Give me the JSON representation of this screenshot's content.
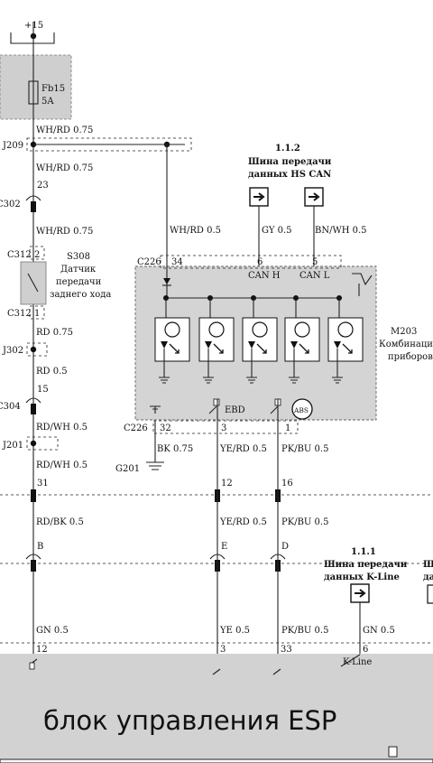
{
  "supply": "+15",
  "fuse": {
    "name": "Fb15",
    "rating": "5A"
  },
  "splices": {
    "j209": "J209",
    "j302": "J302",
    "j201": "J201"
  },
  "connectors": {
    "c302": "C302",
    "c302_pin": "23",
    "c312": "C312",
    "c312_pin2": "2",
    "c312_pin1": "1",
    "c304": "C304",
    "c304_pin": "15",
    "c226_top": "C226",
    "c226_pin34": "34",
    "c226_pin6": "6",
    "c226_pin5": "5",
    "c226_bot": "C226",
    "c226_pin32": "32",
    "c226_pin3": "3",
    "c226_pin1": "1",
    "row1_pins": [
      "31",
      "12",
      "16"
    ],
    "row2_pins": [
      "B",
      "E",
      "D"
    ],
    "ecu_pins": [
      "12",
      "3",
      "33",
      "6"
    ]
  },
  "wires": {
    "wh_rd_1": "WH/RD 0.75",
    "wh_rd_2": "WH/RD 0.75",
    "wh_rd_3": "WH/RD 0.75",
    "wh_rd_05": "WH/RD 0.5",
    "rd_075": "RD 0.75",
    "rd_05": "RD 0.5",
    "rd_wh_1": "RD/WH 0.5",
    "rd_wh_2": "RD/WH 0.5",
    "rd_bk": "RD/BK 0.5",
    "gn_1": "GN 0.5",
    "gy": "GY 0.5",
    "bn_wh": "BN/WH 0.5",
    "bk": "BK 0.75",
    "ye_rd_1": "YE/RD 0.5",
    "ye_rd_2": "YE/RD 0.5",
    "ye": "YE 0.5",
    "pk_bu_1": "PK/BU 0.5",
    "pk_bu_2": "PK/BU 0.5",
    "pk_bu_3": "PK/BU 0.5",
    "gn_2": "GN 0.5"
  },
  "switch": {
    "id": "S308",
    "line1": "Датчик",
    "line2": "передачи",
    "line3": "заднего хода"
  },
  "can": {
    "ref": "1.1.2",
    "line1": "Шина передачи",
    "line2": "данных HS CAN",
    "can_h": "CAN H",
    "can_l": "CAN L"
  },
  "kline": {
    "ref": "1.1.1",
    "line1": "Шина передачи",
    "line2": "данных K-Line",
    "label": "K-Line",
    "edge_text1": "Ш",
    "edge_text2": "да"
  },
  "cluster": {
    "id": "M203",
    "line1": "Комбинация",
    "line2": "приборов",
    "ebd": "EBD",
    "abs": "ABS",
    "abs_lamp": "ABS"
  },
  "ground": "G201",
  "ecu": {
    "title": "блок управления ESP"
  }
}
